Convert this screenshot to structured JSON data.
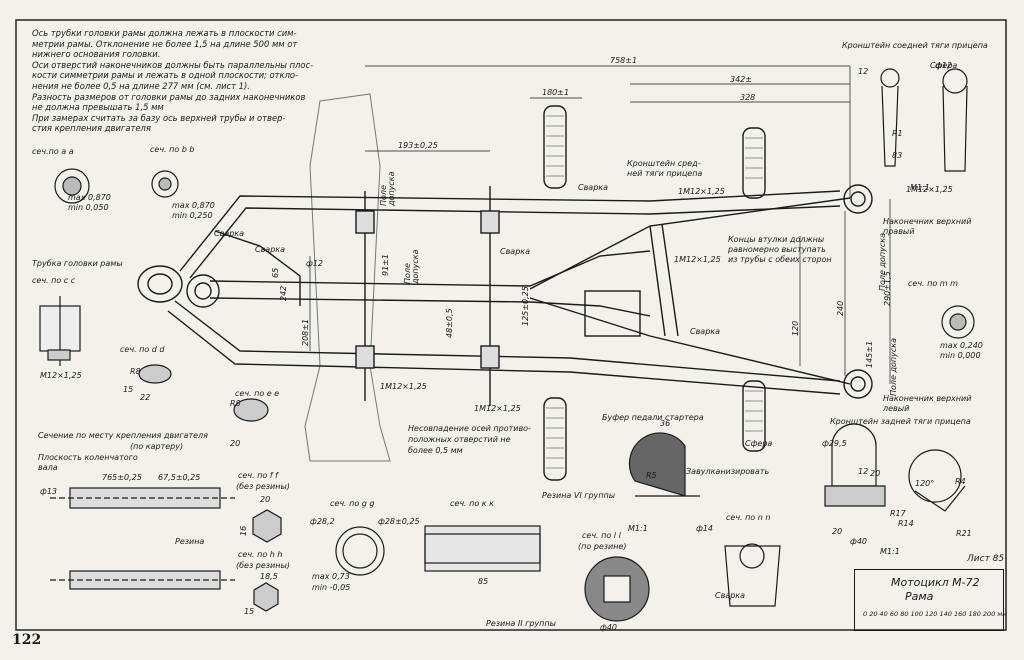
{
  "page_number": "122",
  "notes": [
    "Ось трубки головки рамы должна лежать в плоскости сим-",
    "метрии рамы. Отклонение не более   1,5   на длине 500 мм от",
    "нижнего основания головки.",
    "Оси отверстий наконечников должны быть параллельны плос-",
    "кости симметрии рамы и лежать в одной плоскости; откло-",
    "нения не более   0,5   на длине  277 мм  (см. лист 1).",
    "Разность размеров от головки рамы до задних наконечников",
    "не должна превышать 1,5 мм",
    "При замерах считать за базу ось верхней трубы и отвер-",
    "стия крепления двигателя"
  ],
  "title_block": {
    "sheet": "Лист 85",
    "line1": "Мотоцикл  М-72",
    "line2": "Рама",
    "scale": "0 20 40 60 80 100 120 140 160 180 200 мм"
  },
  "sections": {
    "aa": "сеч.по а а",
    "bb": "сеч. по b b",
    "cc": "сеч. по с с",
    "dd": "сеч. по d d",
    "ee": "сеч. по е е",
    "ff": "сеч. по f f",
    "ff_sub": "(без резины)",
    "gg": "сеч. по g g",
    "hh": "сеч. по h h",
    "hh_sub": "(без резины)",
    "kk": "сеч. по к к",
    "ll": "сеч. по l l",
    "ll_sub": "(по резине)",
    "mm": "сеч. по m m",
    "nn": "сеч. по n n",
    "engine": "Сечение по месту крепления двигателя",
    "engine_sub": "(по картеру)"
  },
  "labels": {
    "head_tube": "Трубка головки рамы",
    "crank_plane1": "Плоскость коленчатого",
    "crank_plane2": "вала",
    "bracket_front": "Кронштейн соедней тяги прицепа",
    "bracket_mid1": "Кронштейн сред-",
    "bracket_mid2": "ней тяги прицепа",
    "tip_upper_right1": "Наконечник верхний",
    "tip_upper_right2": "правый",
    "tip_lower1": "Наконечник верхний",
    "tip_lower2": "левый",
    "bushing_note1": "Концы втулки должны",
    "bushing_note2": "равномерно выступать",
    "bushing_note3": "из трубы с обеих сторон",
    "bracket_rear": "Кронштейн задней тяги прицепа",
    "buffer_pedal": "Буфер педали стартера",
    "rubber6": "Резина VI группы",
    "rubber2": "Резина II группы",
    "rubber": "Резина",
    "vulcanize": "Завулканизировать",
    "sphere1": "Сфера",
    "sphere2": "Сфера",
    "weld": "Сварка",
    "misalign1": "Несовпадение осей противо-",
    "misalign2": "положных отверстий не",
    "misalign3": "более  0,5 мм",
    "tol_pole": "Поле",
    "tol_pole2": "допуска",
    "tol_vertical": "Поле допуска",
    "m11": "M1:1"
  },
  "dims": {
    "d758": "758±1",
    "d342": "342±",
    "d328": "328",
    "d180": "180±1",
    "d193": "193±0,25",
    "d240": "240",
    "d290": "290±1,5",
    "d120": "120",
    "d145": "145±1",
    "d208": "208±1",
    "d91": "91±1",
    "d65": "65",
    "d242": "242",
    "d483": "48±0,5",
    "d125": "125±0,25",
    "d765": "765±0,25",
    "d675": "67,5±0,25",
    "d36": "36",
    "d85": "85",
    "d40": "ф40",
    "d20": "20",
    "d15": "15",
    "d22": "22",
    "d185": "18,5",
    "d282": "ф28,2",
    "d28": "ф28±0,25",
    "m12": "M12×1,25",
    "m12b": "1M12×1,25",
    "phi12": "ф12",
    "phi13": "ф13",
    "phi14": "ф14",
    "phi295": "ф29,5",
    "max087": "max 0,870",
    "min005": "min 0,050",
    "max087b": "max 0,870",
    "min025": "min 0,250",
    "max024": "max 0,240",
    "min000": "min 0,000",
    "max073": "max 0,73",
    "min005b": "min -0,05",
    "r1": "R1",
    "r4": "R4",
    "r5": "R5",
    "r8": "R8",
    "r14": "R14",
    "r17": "R17",
    "r21": "R21",
    "a120": "120°",
    "d83": "83",
    "d12": "12",
    "d16": "16"
  }
}
